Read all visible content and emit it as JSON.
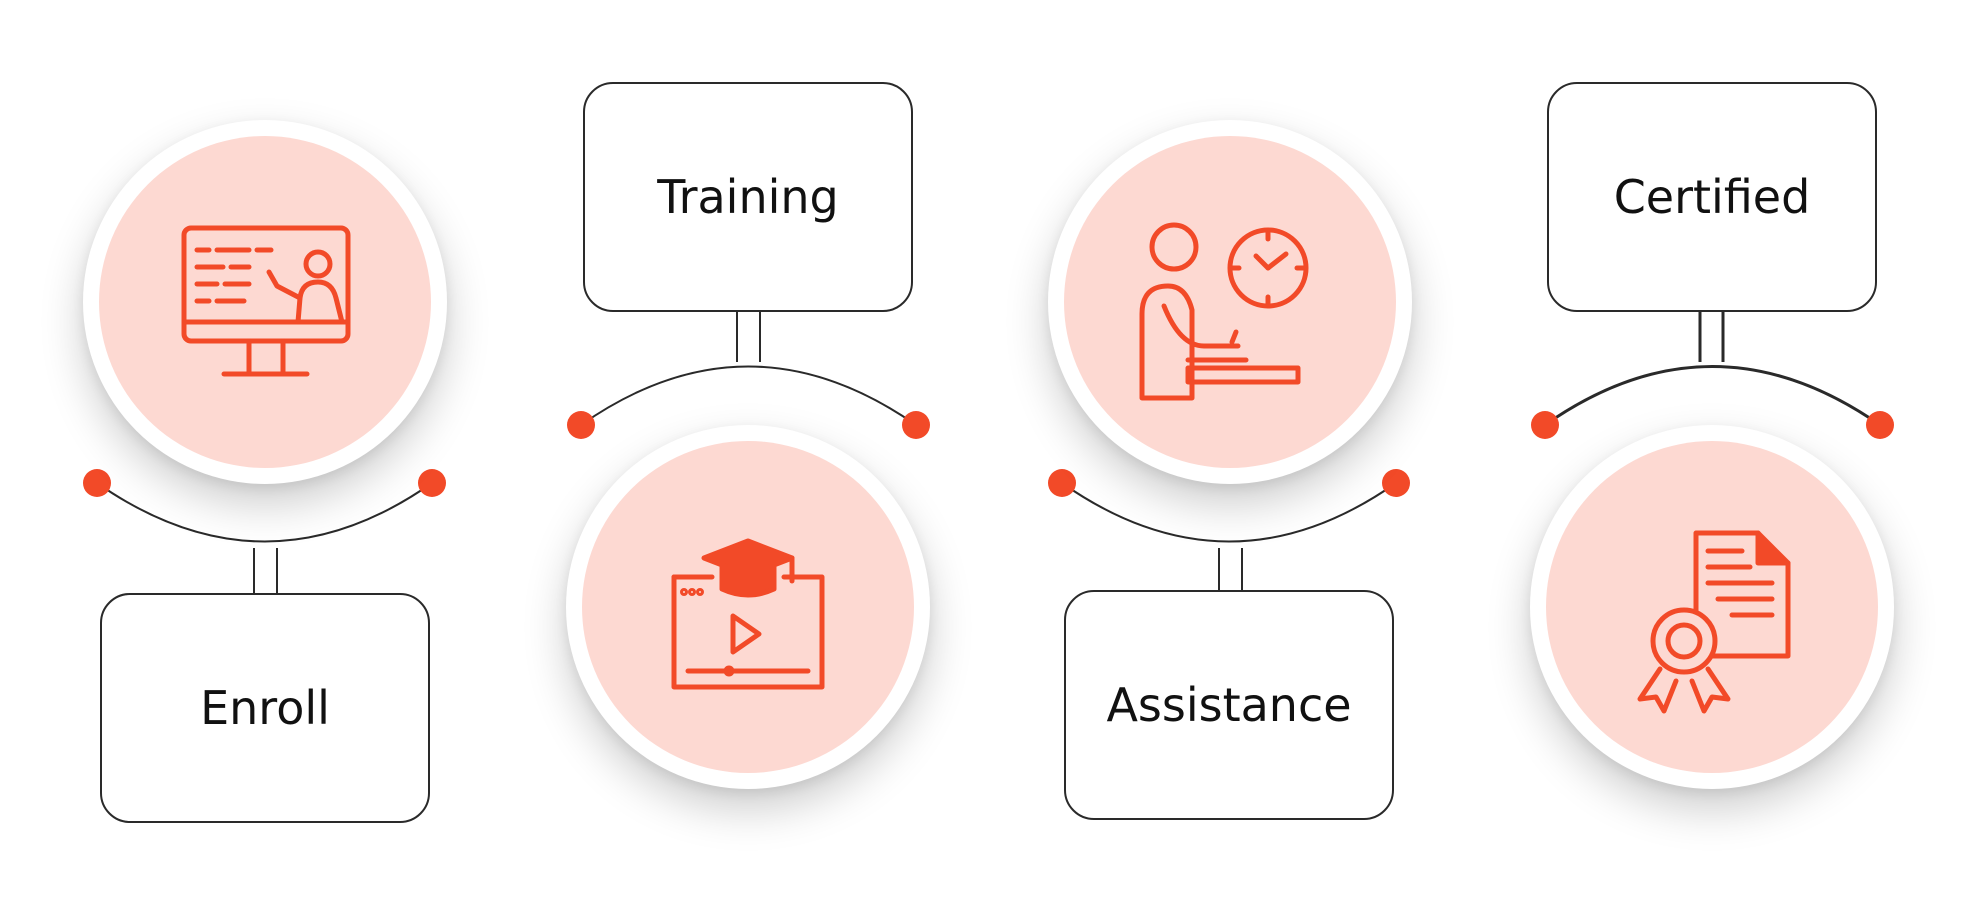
{
  "steps": [
    {
      "label": "Enroll",
      "icon": "online-class-monitor-icon"
    },
    {
      "label": "Training",
      "icon": "graduation-video-icon"
    },
    {
      "label": "Assistance",
      "icon": "person-writing-clock-icon"
    },
    {
      "label": "Certified",
      "icon": "certificate-ribbon-icon"
    }
  ],
  "colors": {
    "accent": "#f24a28",
    "circle_fill": "#fdd9d2",
    "line": "#222222"
  }
}
